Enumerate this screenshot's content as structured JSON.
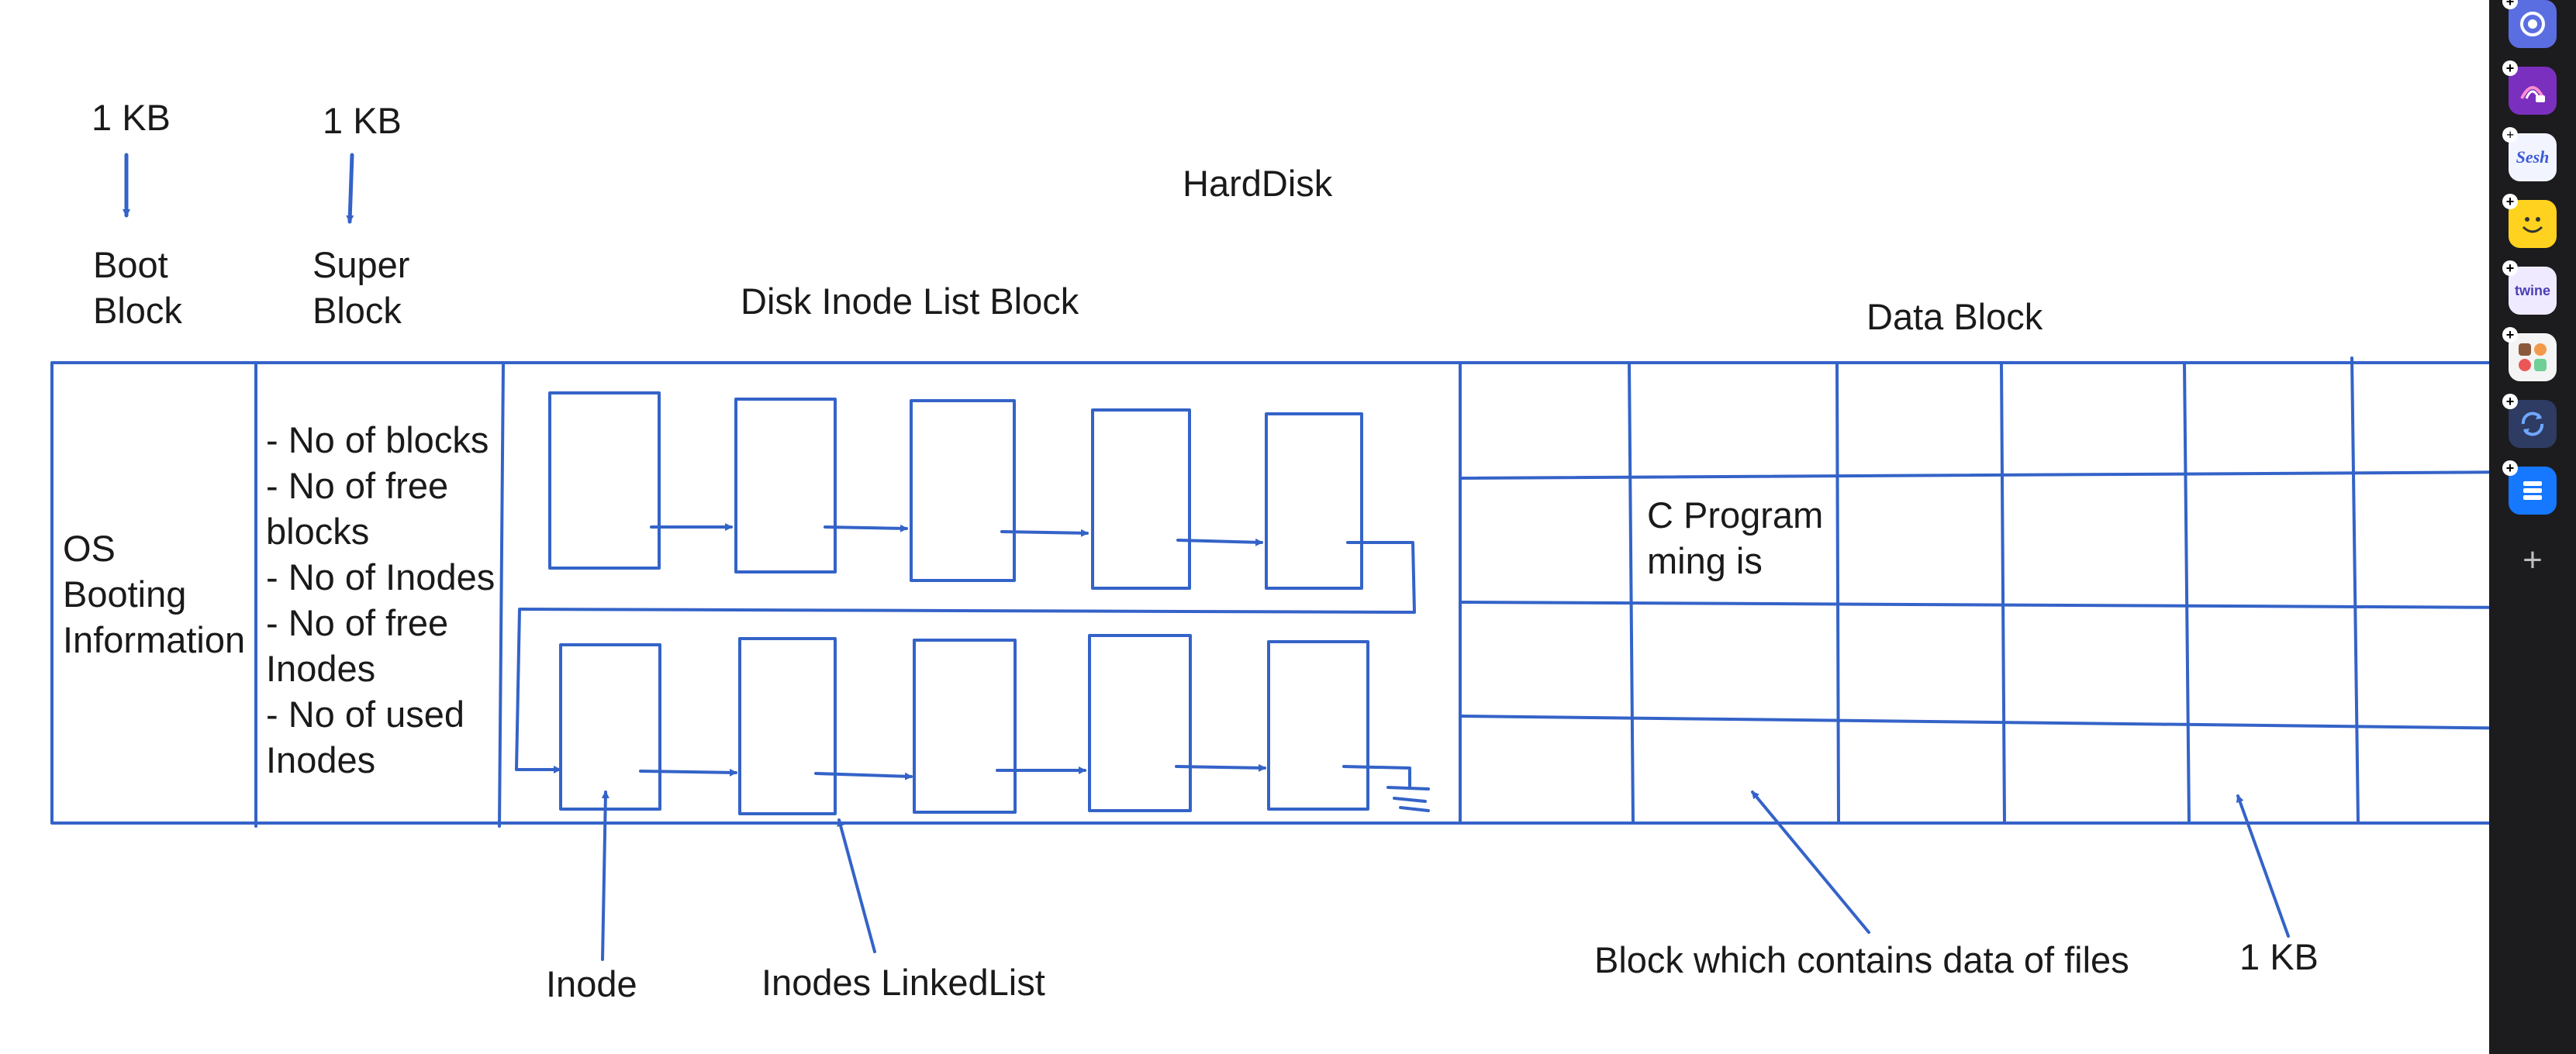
{
  "diagram": {
    "title": "HardDisk",
    "size_labels": {
      "boot": "1 KB",
      "super": "1 KB",
      "data_block": "1 KB"
    },
    "section_headings": {
      "boot_block": "Boot\nBlock",
      "super_block": "Super\nBlock",
      "inode_list": "Disk Inode List Block",
      "data_block": "Data Block"
    },
    "boot_content": "OS\nBooting\nInformation",
    "super_block_items": "- No of blocks\n- No of free\nblocks\n- No of Inodes\n- No of free\nInodes\n- No of used\nInodes",
    "data_cell_text": "C Program\nming is",
    "annotations": {
      "inode": "Inode",
      "inodes_linked_list": "Inodes LinkedList",
      "data_block_desc": "Block which contains data of files"
    },
    "ink_color": "#3463c8"
  },
  "dock": {
    "apps": [
      {
        "name": "Screen Recorder",
        "icon": "target-icon",
        "bg": "#5b6ee1"
      },
      {
        "name": "Meet",
        "icon": "video-swirl-icon",
        "bg": "#7b2fbe"
      },
      {
        "name": "Sesh",
        "icon": "sesh-icon",
        "label": "Sesh",
        "bg": "#f2f5ff"
      },
      {
        "name": "Emoji",
        "icon": "smiley-icon",
        "bg": "#ffd21f"
      },
      {
        "name": "Twine",
        "icon": "twine-icon",
        "label": "twine",
        "bg": "#efeaff"
      },
      {
        "name": "Shapes",
        "icon": "shapes-icon",
        "bg": "#f4f4f4"
      },
      {
        "name": "Sync",
        "icon": "sync-icon",
        "bg": "#2e3b62"
      },
      {
        "name": "Stack",
        "icon": "stack-icon",
        "bg": "#1677ff"
      }
    ],
    "add_label": "+"
  }
}
